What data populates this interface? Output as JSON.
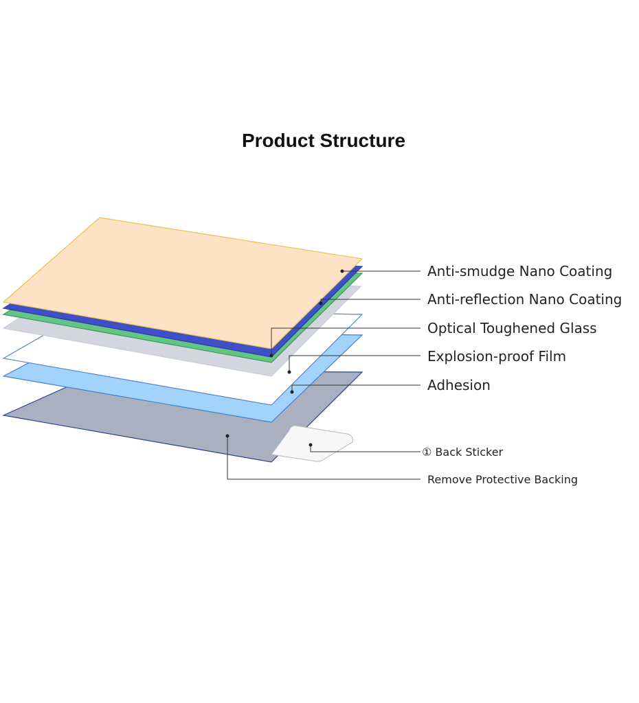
{
  "title": "Product Structure",
  "layers": [
    {
      "id": "backing",
      "fill": "#a9b1c1",
      "stroke": "#2e3f8f"
    },
    {
      "id": "adhesion",
      "fill": "#a3d3fa",
      "stroke": "#3f7fd0"
    },
    {
      "id": "explosion-proof-film",
      "fill": "#ffffff",
      "stroke": "#5a84c6"
    },
    {
      "id": "optical-toughened-glass",
      "fill": "#d3d6de",
      "stroke": "#c9ccd4"
    },
    {
      "id": "anti-reflection",
      "fill": "#63c484",
      "stroke": "#3a9a5c"
    },
    {
      "id": "anti-reflection-blue",
      "fill": "#3f4fc8",
      "stroke": "#2d3aa8"
    },
    {
      "id": "anti-smudge",
      "fill": "#fde2c6",
      "stroke": "#e8c24a"
    }
  ],
  "sticker": {
    "fill": "#f7f7f7",
    "stroke": "#b8b8b8"
  },
  "labels": [
    "Anti-smudge Nano Coating",
    "Anti-reflection Nano Coating",
    "Optical Toughened Glass",
    "Explosion-proof Film",
    "Adhesion",
    "① Back Sticker",
    "Remove Protective Backing"
  ]
}
